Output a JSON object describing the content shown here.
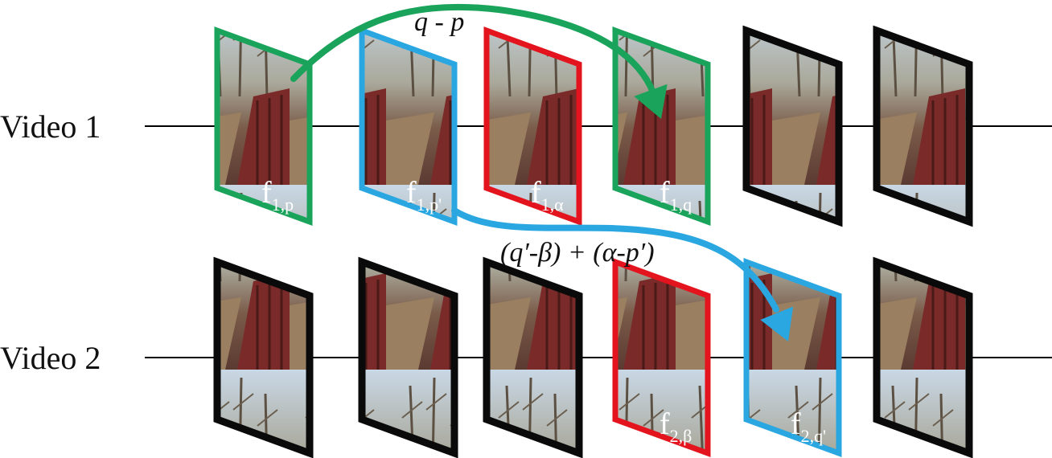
{
  "rows": [
    {
      "label": "Video 1",
      "frames": [
        {
          "border": "green",
          "label": "f",
          "sub": "1,p"
        },
        {
          "border": "blue",
          "label": "f",
          "sub": "1,p'"
        },
        {
          "border": "red",
          "label": "f",
          "sub": "1,α"
        },
        {
          "border": "green",
          "label": "f",
          "sub": "1,q"
        },
        {
          "border": "black",
          "label": "",
          "sub": ""
        },
        {
          "border": "black",
          "label": "",
          "sub": ""
        }
      ]
    },
    {
      "label": "Video 2",
      "frames": [
        {
          "border": "black",
          "label": "",
          "sub": ""
        },
        {
          "border": "black",
          "label": "",
          "sub": ""
        },
        {
          "border": "black",
          "label": "",
          "sub": ""
        },
        {
          "border": "red",
          "label": "f",
          "sub": "2,β"
        },
        {
          "border": "blue",
          "label": "f",
          "sub": "2,q'"
        },
        {
          "border": "black",
          "label": "",
          "sub": ""
        }
      ]
    }
  ],
  "arrows": {
    "green": {
      "label": "q - p"
    },
    "blue": {
      "label": "(q′-β) + (α-p′)"
    }
  },
  "colors": {
    "green": "#1aa35a",
    "blue": "#2aa7e0",
    "red": "#e3141d",
    "black": "#0a0a0a"
  }
}
